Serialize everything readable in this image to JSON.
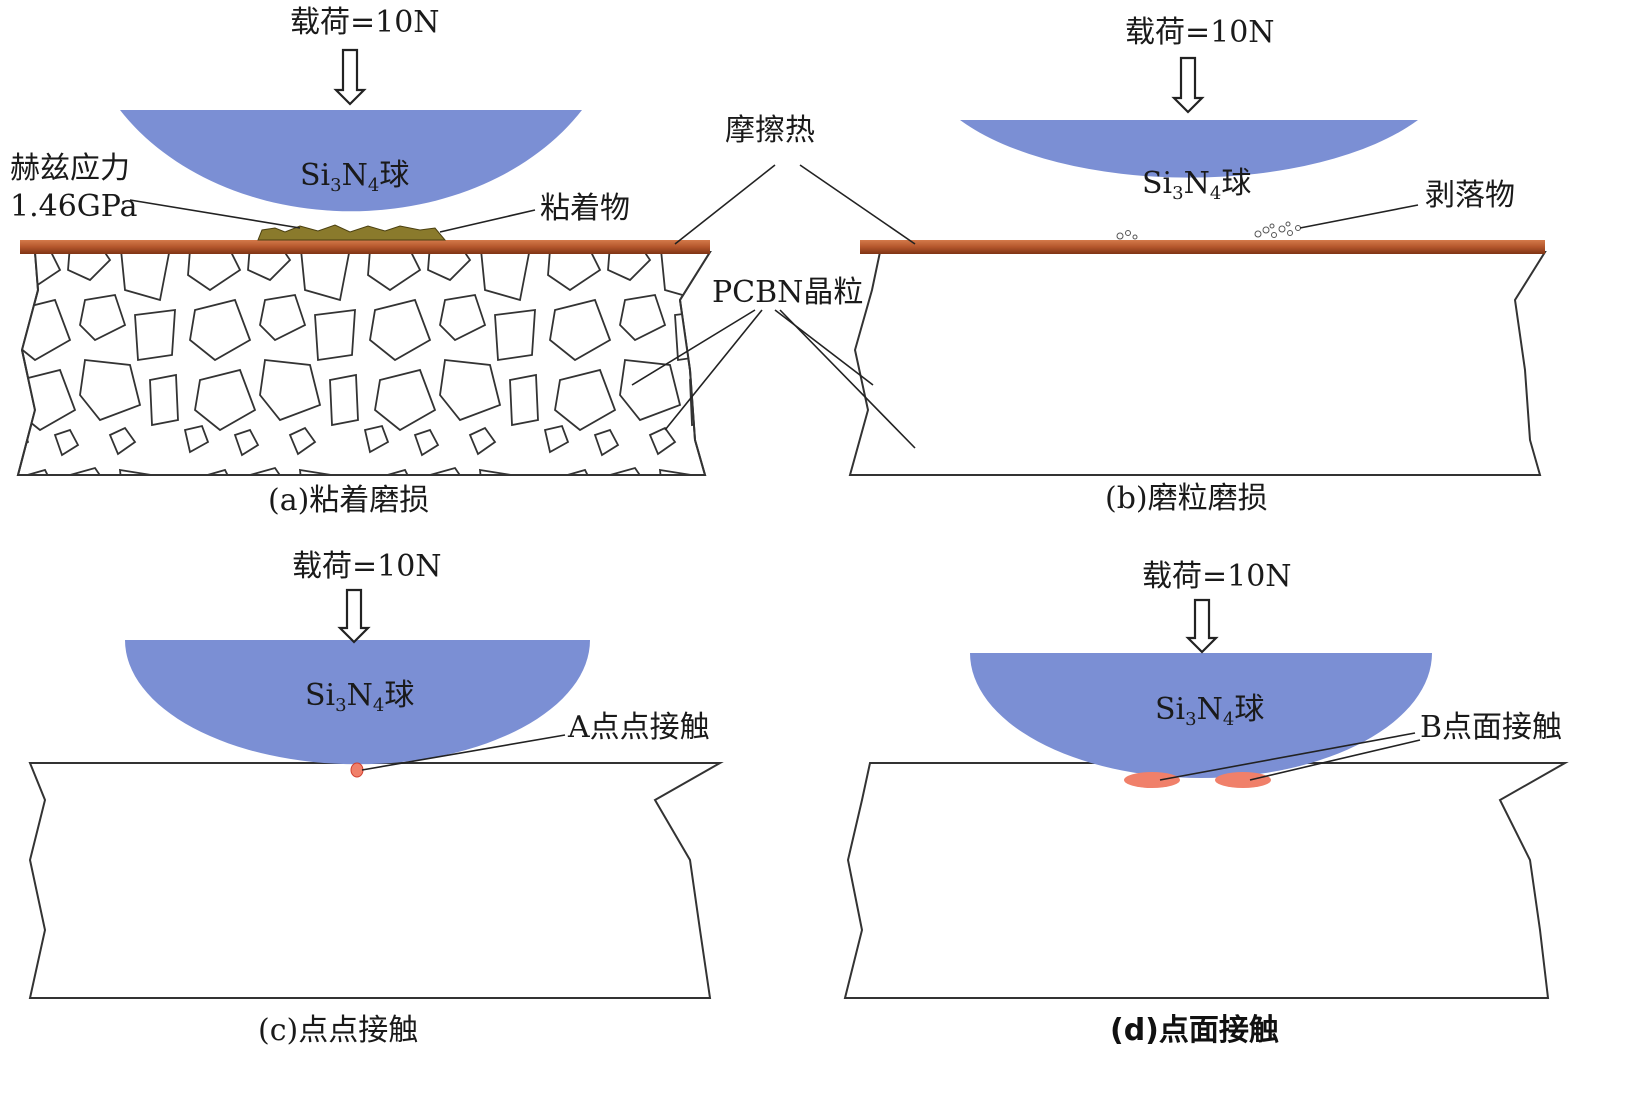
{
  "load_label": "载荷=10N",
  "ball_label": {
    "prefix": "Si",
    "sub1": "3",
    "mid": "N",
    "sub2": "4",
    "suffix": "球"
  },
  "labels": {
    "hertz_stress_line1": "赫兹应力",
    "hertz_stress_line2": "1.46GPa",
    "adhesive": "粘着物",
    "friction_heat": "摩擦热",
    "debris": "剥落物",
    "pcbn_grain": "PCBN晶粒",
    "point_contact_a": "A点点接触",
    "surface_contact_b": "B点面接触"
  },
  "captions": {
    "a": "(a)粘着磨损",
    "b": "(b)磨粒磨损",
    "c": "(c)点点接触",
    "d": "(d)点面接触"
  },
  "colors": {
    "ball": "#7b8fd4",
    "copper_layer": "#b4562c",
    "adhesive": "#8a7a2c",
    "contact_spot": "#f0806a"
  }
}
